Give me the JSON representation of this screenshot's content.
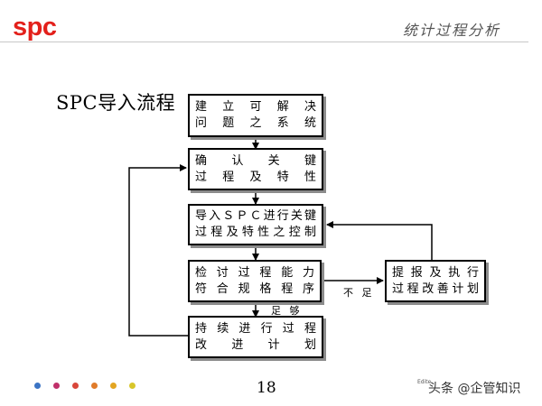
{
  "header": {
    "logo": "spc",
    "title": "统计过程分析"
  },
  "section_title": "SPC导入流程",
  "boxes": {
    "build_system": {
      "lines": [
        "建 立 可 解 决",
        "问 题 之 系 统"
      ]
    },
    "confirm_key": {
      "lines": [
        "确  认  关  键",
        "过  程  及  特  性"
      ]
    },
    "introduce_spc": {
      "lines": [
        "导入ＳＰＣ进行关键",
        "过程及特性之控制"
      ]
    },
    "check_capability": {
      "lines": [
        "检 讨 过 程 能 力",
        "符 合 规 格 程 序"
      ]
    },
    "improvement": {
      "lines": [
        "提 报 及 执 行",
        "过程改善计划"
      ]
    },
    "continuous": {
      "lines": [
        "持 续 进 行 过 程",
        "改  进  计  划"
      ]
    }
  },
  "labels": {
    "sufficient": "足 够",
    "insufficient": "不 足"
  },
  "footer": {
    "page_number": "18",
    "edit_text": "Edite",
    "watermark": "头条 @企管知识",
    "dot_colors": [
      "#3b74c4",
      "#c0306a",
      "#d9463a",
      "#e07b2a",
      "#e3a521",
      "#d8c62a"
    ]
  },
  "colors": {
    "logo": "#e3201b",
    "shadow": "#8c8c8c"
  }
}
